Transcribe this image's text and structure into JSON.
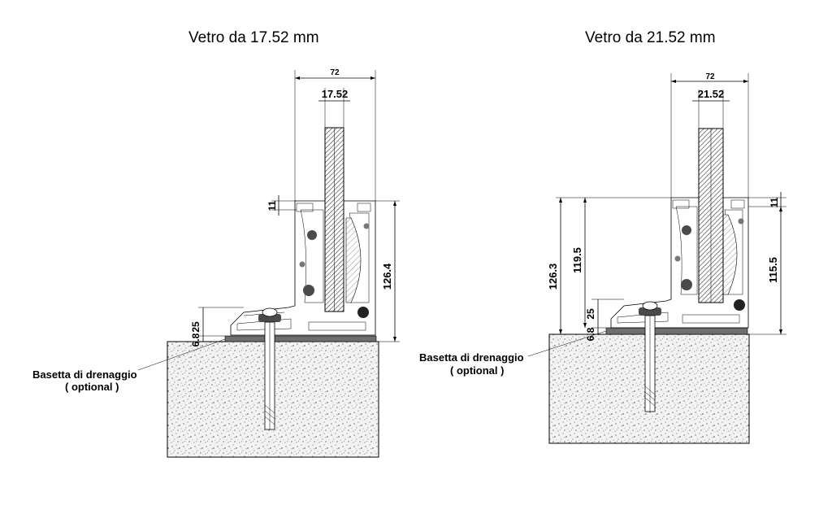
{
  "titles": {
    "left": "Vetro da 17.52 mm",
    "right": "Vetro da 21.52 mm"
  },
  "left_section": {
    "dim_profile_width": "72",
    "dim_glass": "17.52",
    "dim_top_lip": "11",
    "dim_height": "126.4",
    "dim_base": "25",
    "dim_gasket": "6.8",
    "note_line1": "Basetta di drenaggio",
    "note_line2": "( optional )"
  },
  "right_section": {
    "dim_profile_width": "72",
    "dim_glass": "21.52",
    "dim_top_lip": "11",
    "dim_total": "126.3",
    "dim_inner": "119.5",
    "dim_right": "115.5",
    "dim_base": "25",
    "dim_gasket": "6.8",
    "note_line1": "Basetta di drenaggio",
    "note_line2": "( optional )"
  },
  "colors": {
    "line": "#000000",
    "concrete": "#f3f3f3",
    "gasket": "#6e6e6e",
    "glass_hatch": "#555555",
    "washer": "#4a4a4a"
  }
}
